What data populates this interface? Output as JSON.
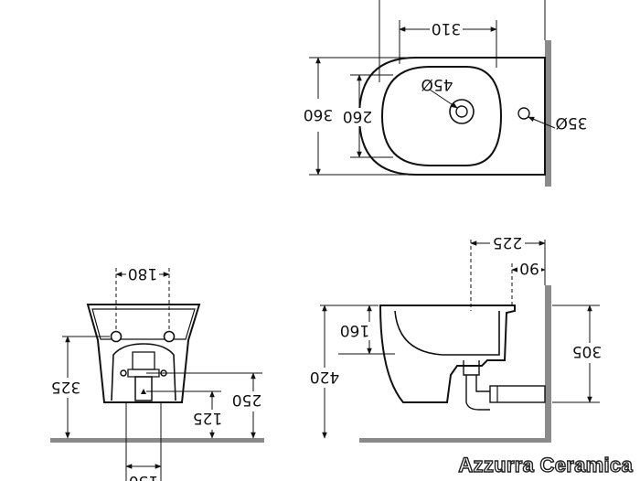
{
  "brand": "Azzurra Ceramica",
  "top_view": {
    "width_310": "310",
    "depth_360": "360",
    "inner_260": "260",
    "hole_450": "45Ø",
    "hole_350": "35Ø"
  },
  "front_view": {
    "width_180": "180",
    "height_325": "325",
    "height_250": "250",
    "height_125": "125",
    "bottom_partial": "130"
  },
  "side_view": {
    "depth_225": "225",
    "offset_90": "90",
    "height_160": "160",
    "height_420": "420",
    "height_305": "305"
  }
}
